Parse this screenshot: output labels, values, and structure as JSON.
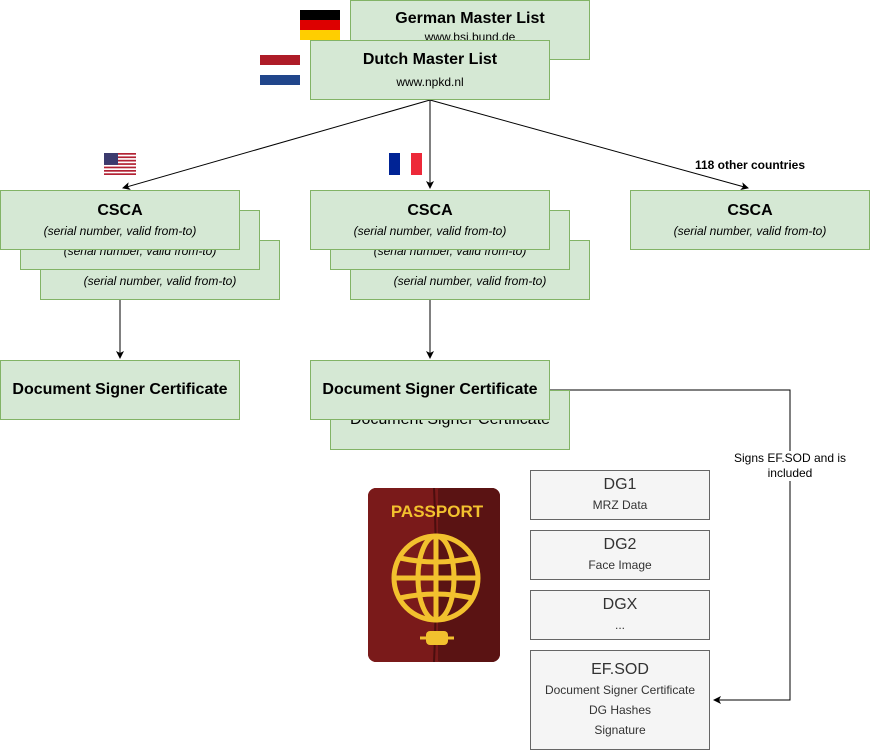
{
  "master_lists": {
    "german": {
      "title": "German Master List",
      "subtitle": "www.bsi.bund.de"
    },
    "dutch": {
      "title": "Dutch Master List",
      "subtitle": "www.npkd.nl"
    }
  },
  "csca": {
    "title": "CSCA",
    "detail": "(serial number, valid from-to)"
  },
  "other_countries_label": "118 other countries",
  "dsc": {
    "title": "Document Signer Certificate"
  },
  "edge_label": "Signs EF.SOD and is included",
  "passport": {
    "cover_text": "PASSPORT"
  },
  "data_groups": [
    {
      "name": "DG1",
      "lines": [
        "MRZ Data"
      ]
    },
    {
      "name": "DG2",
      "lines": [
        "Face Image"
      ]
    },
    {
      "name": "DGX",
      "lines": [
        "..."
      ]
    },
    {
      "name": "EF.SOD",
      "lines": [
        "Document Signer Certificate",
        "DG Hashes",
        "Signature"
      ]
    }
  ],
  "colors": {
    "green_fill": "#d5e8d4",
    "green_stroke": "#82b366",
    "grey_fill": "#f5f5f5",
    "grey_stroke": "#666666",
    "passport_red": "#7a1a1a",
    "passport_gold": "#f2c12e"
  },
  "icons": {
    "germany": "flag-germany-icon",
    "netherlands": "flag-netherlands-icon",
    "usa": "flag-usa-icon",
    "france": "flag-france-icon",
    "passport": "passport-icon"
  }
}
